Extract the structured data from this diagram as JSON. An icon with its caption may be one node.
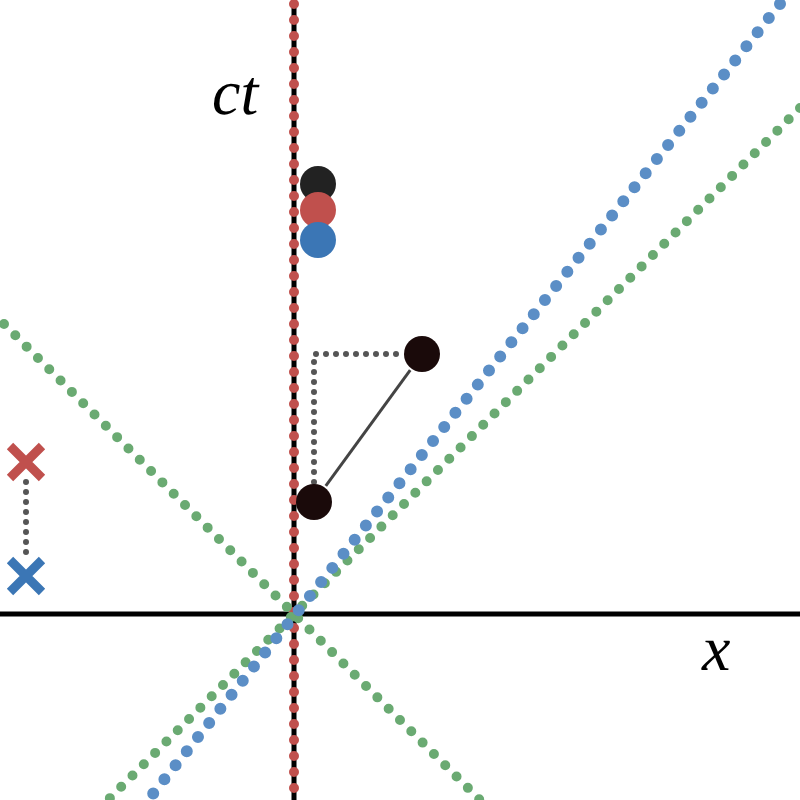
{
  "diagram": {
    "nodes": [
      {
        "text": [],
        "shape": "circle"
      },
      {
        "text": [],
        "shape": "circle"
      },
      {
        "text": [],
        "shape": "circle"
      },
      {
        "text": [],
        "shape": "circle"
      },
      {
        "text": [],
        "shape": "circle"
      },
      {
        "text": [],
        "shape": "cross"
      },
      {
        "text": [],
        "shape": "cross"
      }
    ],
    "edges": [
      {
        "from": 4,
        "to": 3,
        "arrow": "none"
      },
      {
        "from": 4,
        "to": 3,
        "arrow": "none",
        "style": "dashed",
        "color": "#555555"
      },
      {
        "from": 5,
        "to": 6,
        "arrow": "none",
        "style": "dashed",
        "color": "#555555"
      }
    ],
    "labels": [
      "ct",
      "x"
    ]
  }
}
